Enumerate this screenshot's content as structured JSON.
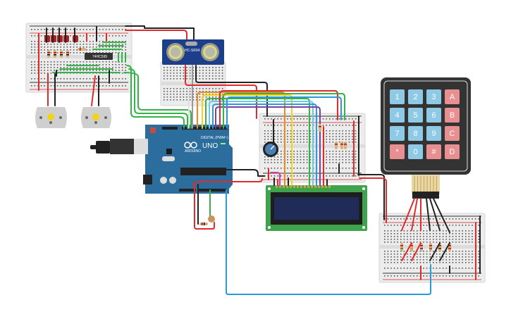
{
  "diagram": {
    "type": "circuit-schematic",
    "editor": "Tinkercad Circuits",
    "components": {
      "arduino": {
        "label": "UNO",
        "brand": "ARDUINO",
        "header_label": "DIGITAL (PWM~)",
        "color": "#2b6e9e"
      },
      "ultrasonic_sensor": {
        "label": "HC-SR04",
        "color": "#1d3f8a"
      },
      "shift_register": {
        "label": "74HC595"
      },
      "lcd": {
        "type": "16x2 LCD",
        "board_color": "#3fa34d",
        "screen_color": "#1f2c57"
      },
      "keypad": {
        "type": "4x4 membrane keypad",
        "keys": [
          {
            "label": "1",
            "kind": "num"
          },
          {
            "label": "2",
            "kind": "num"
          },
          {
            "label": "3",
            "kind": "num"
          },
          {
            "label": "A",
            "kind": "func"
          },
          {
            "label": "4",
            "kind": "num"
          },
          {
            "label": "5",
            "kind": "num"
          },
          {
            "label": "6",
            "kind": "num"
          },
          {
            "label": "B",
            "kind": "func"
          },
          {
            "label": "7",
            "kind": "num"
          },
          {
            "label": "8",
            "kind": "num"
          },
          {
            "label": "9",
            "kind": "num"
          },
          {
            "label": "C",
            "kind": "func"
          },
          {
            "label": "*",
            "kind": "func"
          },
          {
            "label": "0",
            "kind": "num"
          },
          {
            "label": "#",
            "kind": "func"
          },
          {
            "label": "D",
            "kind": "func"
          }
        ],
        "num_color": "#8ecae6",
        "func_color": "#e88f92"
      },
      "leds": {
        "count": 5,
        "color": "#a82323"
      },
      "dc_motors": {
        "count": 2
      },
      "potentiometer": {
        "count": 1
      },
      "photoresistor": {
        "count": 1
      },
      "breadboards": {
        "count": 4
      }
    },
    "wire_colors": {
      "red": "#e02b2b",
      "black": "#222222",
      "green": "#35b34a",
      "orange": "#ee8a1a",
      "yellow": "#f2d21b",
      "blue": "#2b9ad6",
      "light_blue": "#6cc7e8",
      "purple": "#7b3fa8",
      "magenta": "#d63b9e",
      "white": "#e0e0e0",
      "gray": "#9a9a9a"
    }
  }
}
